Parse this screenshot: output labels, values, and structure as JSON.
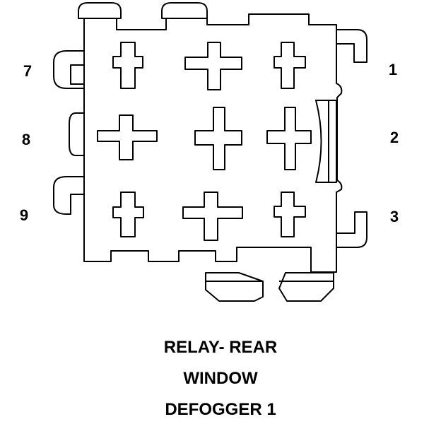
{
  "pins": {
    "p1": "1",
    "p2": "2",
    "p3": "3",
    "p7": "7",
    "p8": "8",
    "p9": "9"
  },
  "caption": {
    "line1": "RELAY- REAR",
    "line2": "WINDOW",
    "line3": "DEFOGGER 1"
  },
  "colors": {
    "stroke": "#000000",
    "background": "#ffffff"
  }
}
